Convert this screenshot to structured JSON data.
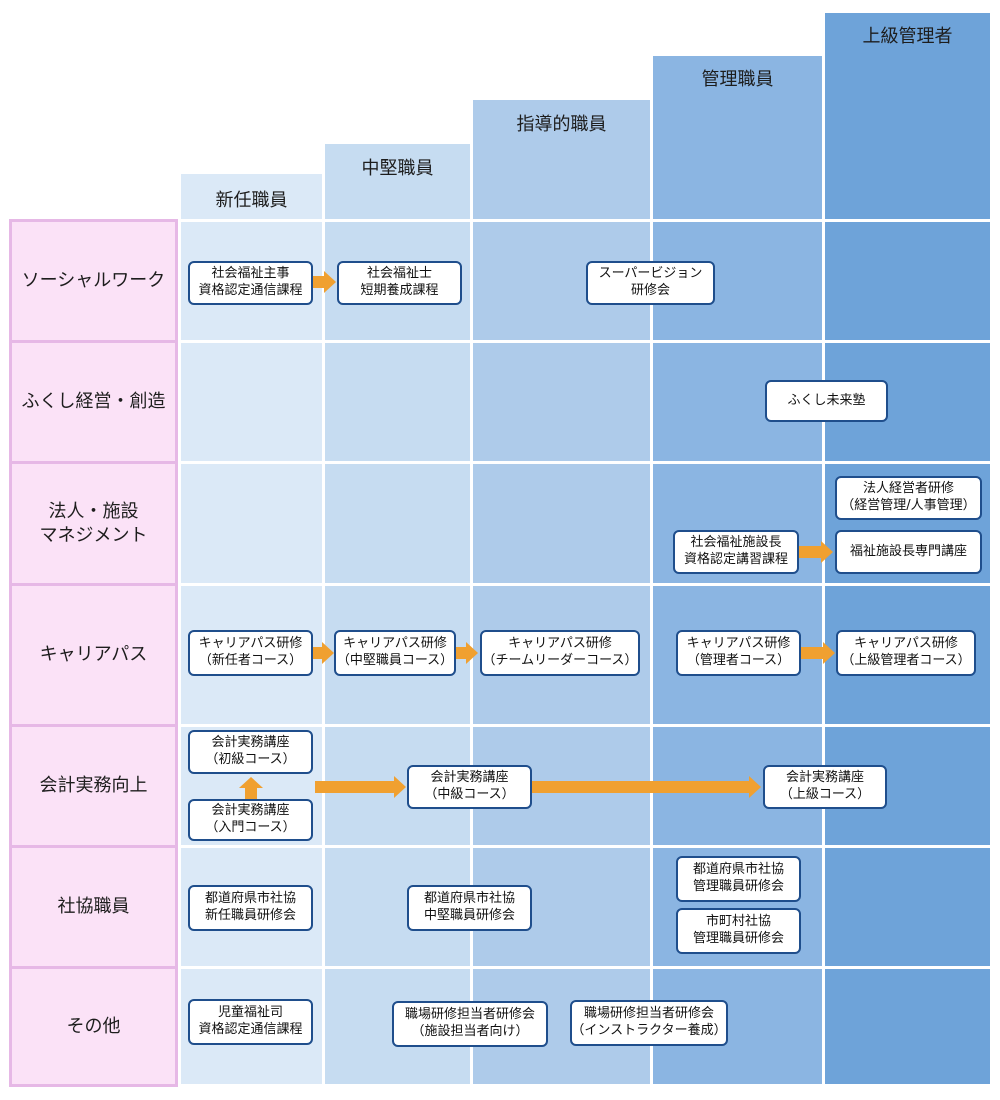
{
  "columns": [
    "新任職員",
    "中堅職員",
    "指導的職員",
    "管理職員",
    "上級管理者"
  ],
  "rows": [
    "ソーシャルワーク",
    "ふくし経営・創造",
    "法人・施設\nマネジメント",
    "キャリアパス",
    "会計実務向上",
    "社協職員",
    "その他"
  ],
  "boxes": {
    "sw1": [
      "社会福祉主事",
      "資格認定通信課程"
    ],
    "sw2": [
      "社会福祉士",
      "短期養成課程"
    ],
    "sw3": [
      "スーパービジョン",
      "研修会"
    ],
    "fk1": [
      "ふくし未来塾"
    ],
    "hj1": [
      "法人経営者研修",
      "（経営管理/人事管理）"
    ],
    "hj2": [
      "社会福祉施設長",
      "資格認定講習課程"
    ],
    "hj3": [
      "福祉施設長専門講座"
    ],
    "cp1": [
      "キャリアパス研修",
      "（新任者コース）"
    ],
    "cp2": [
      "キャリアパス研修",
      "（中堅職員コース）"
    ],
    "cp3": [
      "キャリアパス研修",
      "（チームリーダーコース）"
    ],
    "cp4": [
      "キャリアパス研修",
      "（管理者コース）"
    ],
    "cp5": [
      "キャリアパス研修",
      "（上級管理者コース）"
    ],
    "kj1": [
      "会計実務講座",
      "（初級コース）"
    ],
    "kj2": [
      "会計実務講座",
      "（入門コース）"
    ],
    "kj3": [
      "会計実務講座",
      "（中級コース）"
    ],
    "kj4": [
      "会計実務講座",
      "（上級コース）"
    ],
    "sk1": [
      "都道府県市社協",
      "新任職員研修会"
    ],
    "sk2": [
      "都道府県市社協",
      "中堅職員研修会"
    ],
    "sk3": [
      "都道府県市社協",
      "管理職員研修会"
    ],
    "sk4": [
      "市町村社協",
      "管理職員研修会"
    ],
    "ot1": [
      "児童福祉司",
      "資格認定通信課程"
    ],
    "ot2": [
      "職場研修担当者研修会",
      "（施設担当者向け）"
    ],
    "ot3": [
      "職場研修担当者研修会",
      "（インストラクター養成）"
    ]
  },
  "colors": {
    "arrow": "#f0a030",
    "box_border": "#1f4e8c",
    "row_label_bg": "#fbe2f7"
  }
}
